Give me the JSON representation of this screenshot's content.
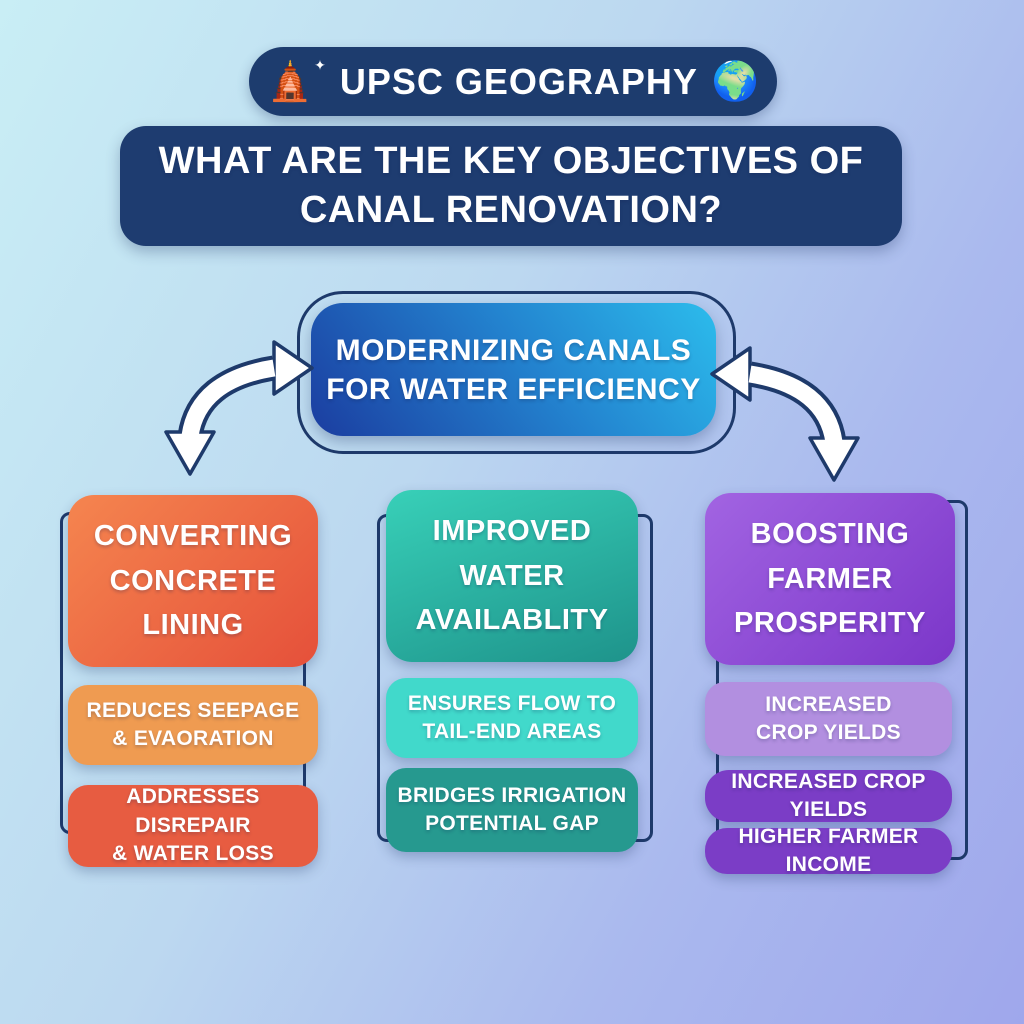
{
  "badge": {
    "temple_icon": "🛕",
    "sparkle_icon": "✦",
    "label": "UPSC GEOGRAPHY",
    "globe_icon": "🌍"
  },
  "title": "WHAT ARE THE KEY OBJECTIVES OF\nCANAL RENOVATION?",
  "center_box": {
    "label": "MODERNIZING CANALS\nFOR WATER EFFICIENCY"
  },
  "columns": [
    {
      "header": "CONVERTING\nCONCRETE\nLINING",
      "items": [
        "REDUCES SEEPAGE\n& EVAORATION",
        "ADDRESSES DISREPAIR\n& WATER LOSS"
      ],
      "colors": {
        "header_gradient_start": "#f5854f",
        "header_gradient_end": "#e5503a",
        "item_1": "#ef9b51",
        "item_2": "#e75c41"
      }
    },
    {
      "header": "IMPROVED\nWATER\nAVAILABLITY",
      "items": [
        "ENSURES FLOW TO\nTAIL-END AREAS",
        "BRIDGES IRRIGATION\nPOTENTIAL GAP"
      ],
      "colors": {
        "header_gradient_start": "#38d0b8",
        "header_gradient_end": "#1e938b",
        "item_1": "#41d9cb",
        "item_2": "#26998f"
      }
    },
    {
      "header": "BOOSTING\nFARMER\nPROSPERITY",
      "items": [
        "INCREASED\nCROP YIELDS",
        "INCREASED CROP YIELDS",
        "HIGHER FARMER INCOME"
      ],
      "colors": {
        "header_gradient_start": "#a264e2",
        "header_gradient_end": "#7b36c9",
        "item_1": "#b28fe0",
        "item_2": "#7b3dc6",
        "item_3": "#7b3dc6"
      }
    }
  ],
  "colors": {
    "navy": "#1e3a6b",
    "badge_background": "#1d3c6e",
    "title_background": "#1e3c70",
    "center_gradient_start": "#1b3da0",
    "center_gradient_end": "#2cbcec",
    "background_top_left": "#c9eef5",
    "background_bottom_right": "#9fa7ec",
    "text": "#ffffff",
    "arrow_fill": "#ffffff"
  }
}
